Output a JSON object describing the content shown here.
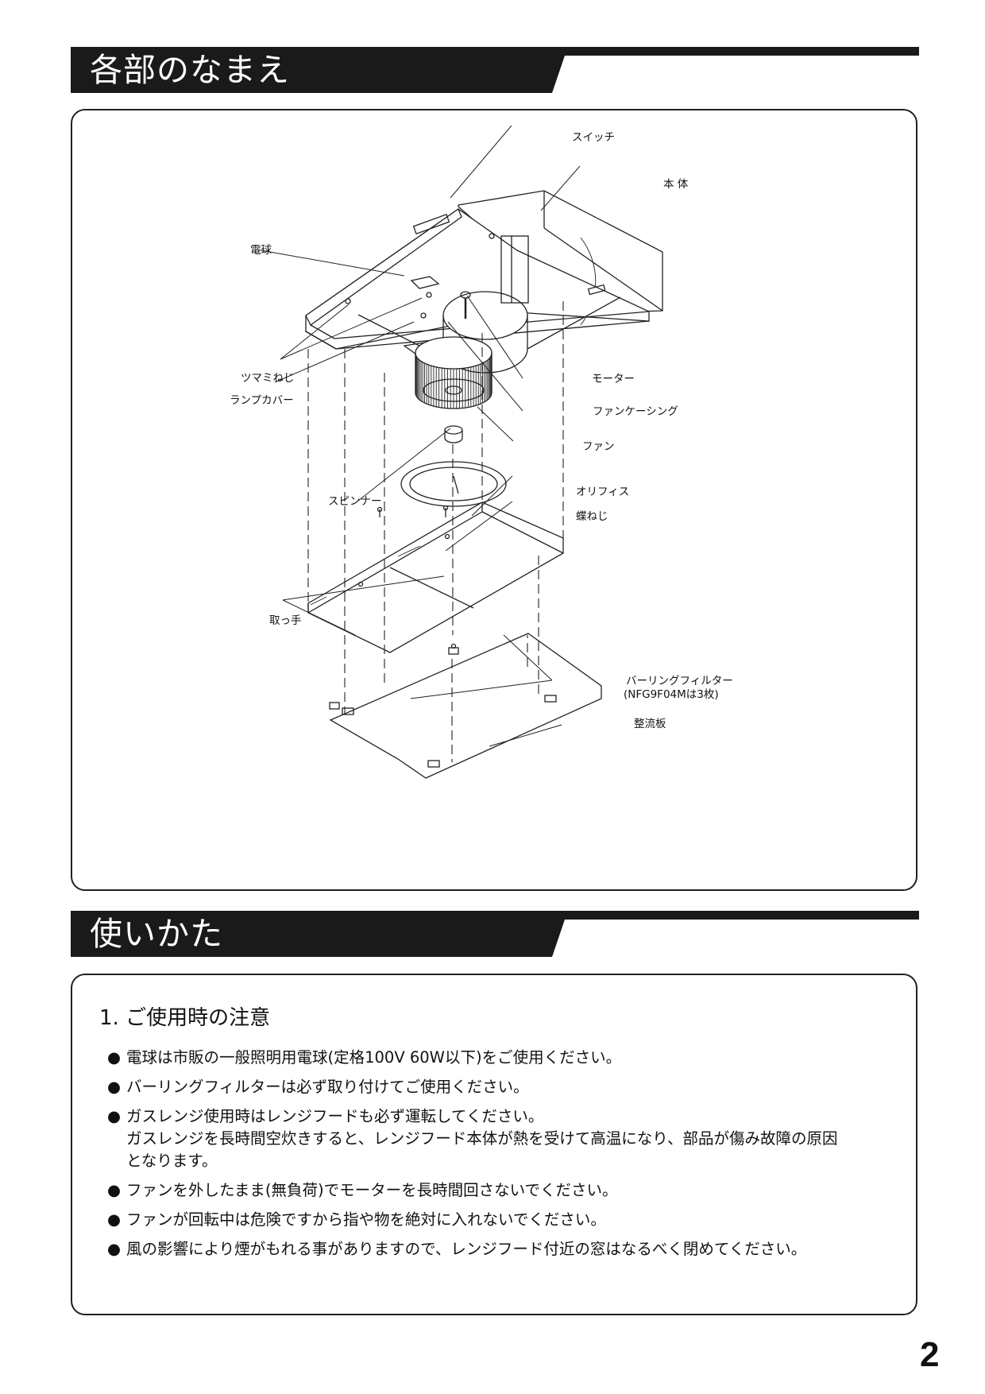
{
  "sections": {
    "parts": {
      "title": "各部のなまえ"
    },
    "usage": {
      "title": "使いかた"
    }
  },
  "diagram_labels": {
    "switch": "スイッチ",
    "body": "本 体",
    "bulb": "電球",
    "knob_screw": "ツマミねじ",
    "lamp_cover": "ランプカバー",
    "motor": "モーター",
    "fan_casing": "ファンケーシング",
    "fan": "ファン",
    "spinner": "スピンナー",
    "orifice": "オリフィス",
    "wing_screw": "蝶ねじ",
    "handle": "取っ手",
    "baring_filter": "バーリングフィルター",
    "baring_filter_note": "(NFG9F04Mは3枚)",
    "rectifier_plate": "整流板"
  },
  "notes": {
    "heading": "1. ご使用時の注意",
    "bullet": "●",
    "items": [
      {
        "lines": [
          "電球は市販の一般照明用電球(定格100V 60W以下)をご使用ください。"
        ]
      },
      {
        "lines": [
          "バーリングフィルターは必ず取り付けてご使用ください。"
        ]
      },
      {
        "lines": [
          "ガスレンジ使用時はレンジフードも必ず運転してください。",
          "ガスレンジを長時間空炊きすると、レンジフード本体が熱を受けて高温になり、部品が傷み故障の原因",
          "となります。"
        ]
      },
      {
        "lines": [
          "ファンを外したまま(無負荷)でモーターを長時間回さないでください。"
        ]
      },
      {
        "lines": [
          "ファンが回転中は危険ですから指や物を絶対に入れないでください。"
        ]
      },
      {
        "lines": [
          "風の影響により煙がもれる事がありますので、レンジフード付近の窓はなるべく閉めてください。"
        ]
      }
    ]
  },
  "page_number": "2"
}
